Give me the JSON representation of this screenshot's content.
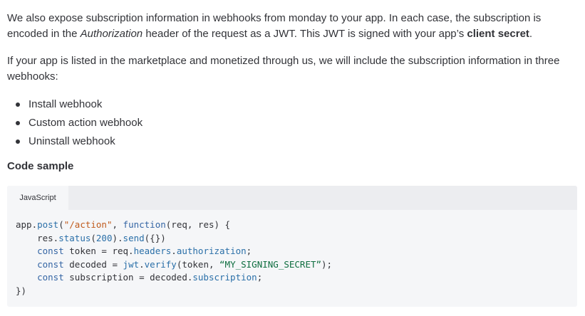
{
  "intro": {
    "p1_a": "We also expose subscription information in webhooks from monday to your app. In each case, the subscription is encoded in the ",
    "p1_em": "Authorization",
    "p1_b": " header of the request as a JWT. This JWT is signed with your app’s ",
    "p1_strong": "client secret",
    "p1_c": ".",
    "p2": "If your app is listed in the marketplace and monetized through us, we will include the subscription information in three webhooks:"
  },
  "webhooks": [
    "Install webhook",
    "Custom action webhook",
    "Uninstall webhook"
  ],
  "code_sample": {
    "heading": "Code sample",
    "tab_label": "JavaScript",
    "lines": {
      "l1": {
        "a": "app.",
        "b": "post",
        "c": "(",
        "d": "\"/action\"",
        "e": ", ",
        "f": "function",
        "g": "(req, res) {"
      },
      "l2": {
        "a": "    res.",
        "b": "status",
        "c": "(",
        "d": "200",
        "e": ").",
        "f": "send",
        "g": "({})"
      },
      "l3": {
        "a": "    ",
        "b": "const",
        "c": " token = req.",
        "d": "headers",
        "e": ".",
        "f": "authorization",
        "g": ";"
      },
      "l4": {
        "a": "    ",
        "b": "const",
        "c": " decoded = ",
        "d": "jwt",
        "e": ".",
        "f": "verify",
        "g": "(token, ",
        "h": "“MY_SIGNING_SECRET”",
        "i": ");"
      },
      "l5": {
        "a": "    ",
        "b": "const",
        "c": " subscription = decoded.",
        "d": "subscription",
        "e": ";"
      },
      "l6": "})"
    }
  }
}
